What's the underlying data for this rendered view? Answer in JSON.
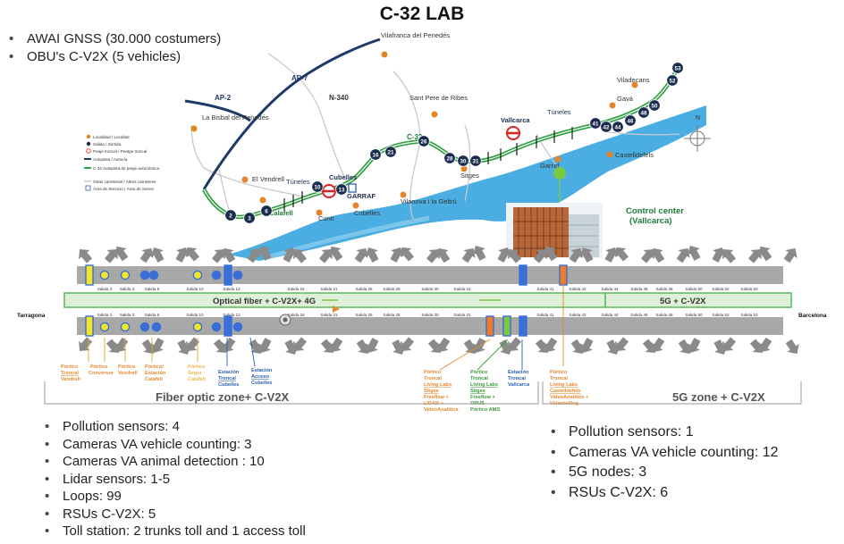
{
  "title": "C-32 LAB",
  "top_bullets": [
    "AWAI GNSS (30.000 costumers)",
    "OBU's C-V2X (5 vehicles)"
  ],
  "map": {
    "roads": [
      "AP-2",
      "AP-7",
      "N-340",
      "C-32"
    ],
    "places": [
      "Vilafranca del Penedés",
      "La Bisbal del Penedés",
      "El Vendrell",
      "Calafell",
      "Cunit",
      "Cubelles",
      "Vilanova i la Geltrú",
      "Sant Pere de Ribes",
      "Sitges",
      "Garraf",
      "Castelldefels",
      "Gavá",
      "Viladecans",
      "Vallcarca",
      "Túneles",
      "GARRAF"
    ],
    "exits": [
      "2",
      "3",
      "6",
      "10",
      "13",
      "16",
      "21",
      "26",
      "28",
      "30",
      "31",
      "41",
      "42",
      "44",
      "46",
      "48",
      "50",
      "52",
      "53"
    ],
    "legend": [
      "Localidad / Localitat",
      "Salida / Sortida",
      "Peaje troncal / Peatge troncal",
      "Autopista / Autovía",
      "C-32 Autopista de peaje autonómica",
      "Otras carreteras / Altres carreteres",
      "Área de Servicio / Àrea de Servei"
    ],
    "compass": "N",
    "control_center": [
      "Control center",
      "(Vallcarca)"
    ]
  },
  "strip": {
    "left_end": "Tarragona",
    "right_end": "Barcelona",
    "fiber_label": "Optical fiber + C-V2X+ 4G",
    "g5_label": "5G + C-V2X",
    "exit_labels_top": [
      "Salida 2",
      "Salida 3",
      "Salida 6",
      "Salida 10",
      "Salida 13",
      "Salida 16",
      "Salida 21",
      "Salida 26",
      "Salida 28",
      "Salida 30",
      "Salida 31",
      "Salida 41",
      "Salida 42",
      "Salida 44",
      "Salida 46",
      "Salida 48",
      "Salida 50",
      "Salida 52",
      "Salida 53"
    ],
    "exit_labels_bottom": [
      "Salida 2",
      "Salida 3",
      "Salida 6",
      "Salida 10",
      "Salida 13",
      "Salida 16",
      "Salida 21",
      "Salida 26",
      "Salida 28",
      "Salida 30",
      "Salida 31",
      "Salida 41",
      "Salida 42",
      "Salida 44",
      "Salida 46",
      "Salida 48",
      "Salida 50",
      "Salida 52",
      "Salida 53"
    ]
  },
  "annotations": {
    "portico_troncal_vendrell": [
      "Pórtico",
      "Troncal",
      "Vendrell"
    ],
    "portico_conversor": [
      "Pórtico",
      "Conversor"
    ],
    "portico_vendrell": [
      "Pórtico",
      "Vendrell"
    ],
    "portico_estacion_calafell": [
      "Pórtico/",
      "Estación",
      "Calafell"
    ],
    "portico_segur_calafell": [
      "Pórtico",
      "Segur",
      "Calafell"
    ],
    "estacion_troncal_cubelles": [
      "Estación",
      "Troncal",
      "Cubelles"
    ],
    "estacion_acceso_cubelles": [
      "Estación",
      "Acceso",
      "Cubelles"
    ],
    "portico_troncal_living_labs_sitges": [
      "Pórtico",
      "Troncal",
      "Living Labs",
      "Sitges",
      "Freeflow +",
      "LIDAR +",
      "VideoAnalitica"
    ],
    "portico_troncal_living_labs_sitges_opus": [
      "Pórtico",
      "Troncal",
      "Living Labs",
      "Sitges",
      "Freeflow +",
      "OPUS",
      "Pórtico AMS"
    ],
    "estacion_troncal_vallcarca": [
      "Estación",
      "Troncal",
      "Vallcarca"
    ],
    "portico_troncal_living_labs_castelldefels": [
      "Pórtico",
      "Troncal",
      "Living Labs",
      "Castelldefels",
      "VideoAnalitics +",
      "Videotolling"
    ]
  },
  "zones": {
    "fiber": "Fiber optic zone+ C-V2X",
    "g5": "5G zone + C-V2X"
  },
  "left_stats": [
    "Pollution sensors: 4",
    "Cameras VA vehicle counting: 3",
    "Cameras VA animal detection : 10",
    "Lidar sensors: 1-5",
    "Loops: 99",
    "RSUs C-V2X: 5",
    "Toll station: 2 trunks toll and 1 access toll"
  ],
  "right_stats": [
    "Pollution sensors: 1",
    "Cameras  VA vehicle counting: 12",
    "5G nodes: 3",
    "RSUs C-V2X: 6"
  ],
  "colors": {
    "sea": "#3ba7df",
    "highway": "#2f9e41",
    "autopista": "#1f3a66",
    "exit": "#1b2d4f",
    "town": "#e6842a",
    "strip": "#a8a8a8",
    "fiber_band": "#dff0d8",
    "fiber_border": "#5cb85c",
    "sensor_yellow": "#f5e625",
    "station_blue": "#3a6fd8",
    "orange": "#f07a26",
    "green": "#7ac943",
    "text_orange": "#e68a2e",
    "text_blue": "#2a5fb3",
    "text_green": "#3a9a3a",
    "dark_green": "#1e7a3a"
  },
  "icons": [
    "toll-icon",
    "service-area-icon",
    "compass-icon",
    "camera-icon",
    "arrow-icon",
    "location-pin-icon"
  ]
}
